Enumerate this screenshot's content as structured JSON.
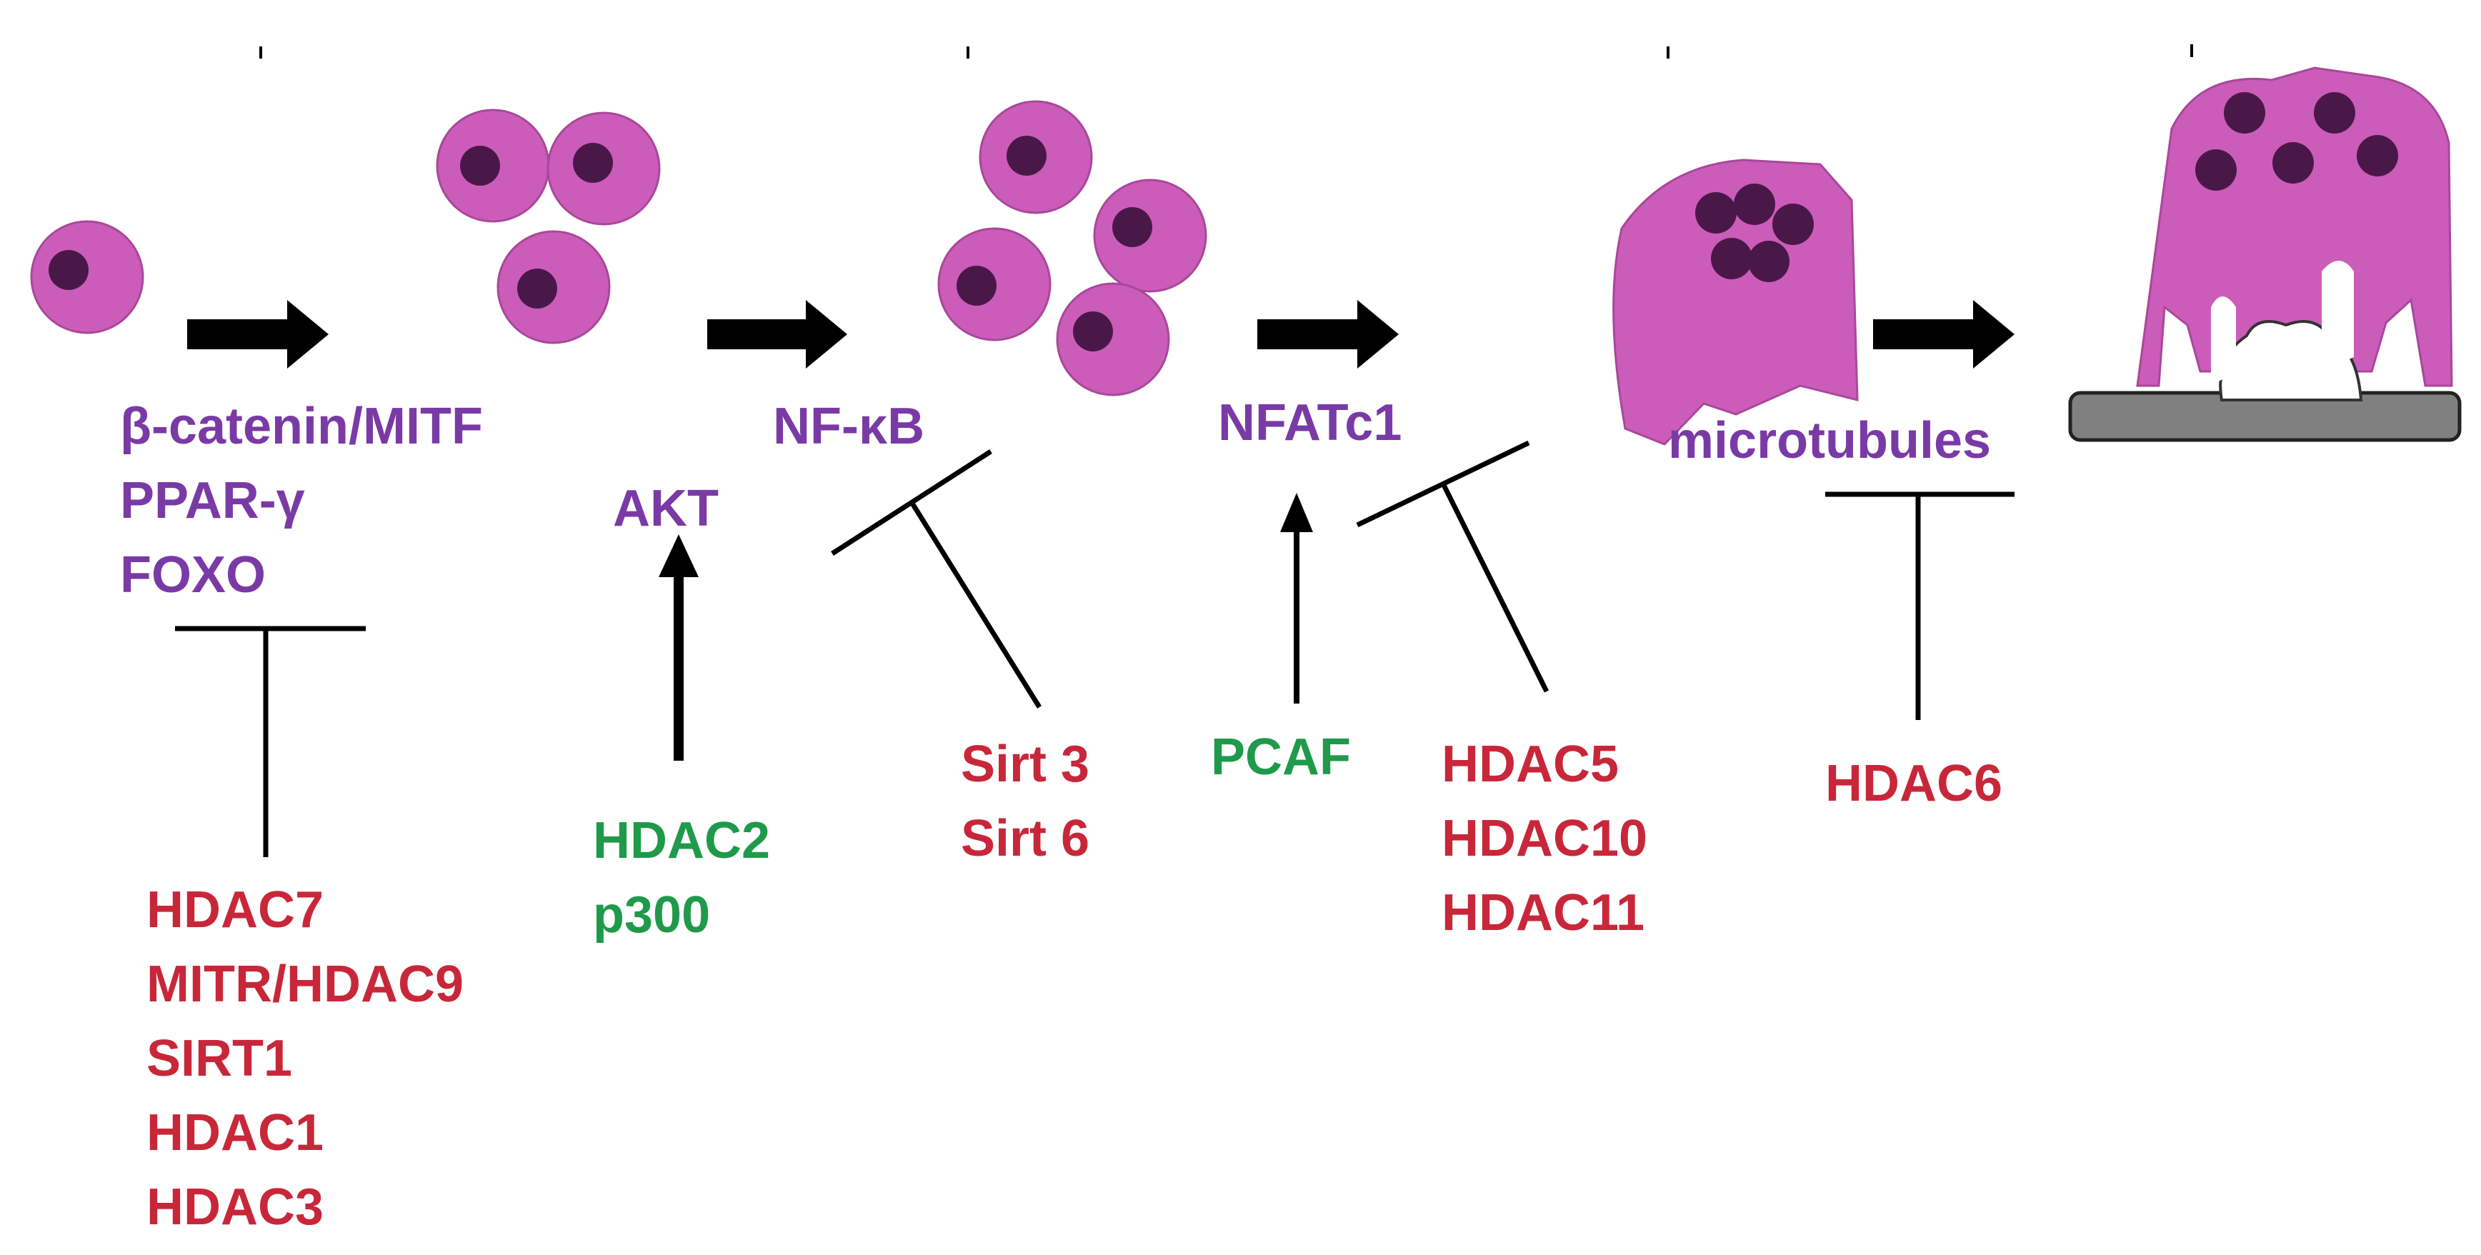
{
  "colors": {
    "cell_fill": "#cc5cb9",
    "cell_stroke": "#a8489a",
    "nucleus": "#4a1848",
    "bone": "#808080",
    "arrow": "#000000",
    "signal_purple": "#7a3aa6",
    "activator_green": "#1f9a4a",
    "inhibitor_red": "#c8273a"
  },
  "pathway": {
    "stage1_factors": [
      "β-catenin/MITF",
      "PPAR-γ",
      "FOXO"
    ],
    "stage1_inhibitors": [
      "HDAC7",
      "MITR/HDAC9",
      "SIRT1",
      "HDAC1",
      "HDAC3"
    ],
    "akt_label": "AKT",
    "akt_activators": [
      "HDAC2",
      "p300"
    ],
    "nfkb_label": "NF-κB",
    "nfkb_inhibitors": [
      "Sirt 3",
      "Sirt 6"
    ],
    "nfatc1_label": "NFATc1",
    "nfatc1_activator": "PCAF",
    "nfatc1_inhibitors": [
      "HDAC5",
      "HDAC10",
      "HDAC11"
    ],
    "microtubules_label": "microtubules",
    "microtubules_inhibitor": "HDAC6"
  }
}
